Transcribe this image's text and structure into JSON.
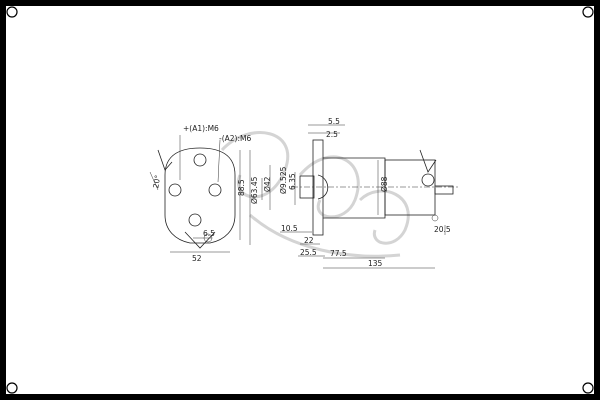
{
  "dimensions": {
    "front": {
      "terminal_a1": "+(A1):M6",
      "terminal_a2": "-(A2):M6",
      "angle": "20°",
      "dia_bolt_circle": "Ø63.45",
      "height": "88.5",
      "offset": "6.5",
      "width": "52"
    },
    "side": {
      "d_5_5": "5.5",
      "d_2_5": "2.5",
      "dia_42": "Ø42",
      "dia_small": "Ø9.525",
      "d_6_35": "6.35",
      "dia_88": "Ø88",
      "d_10_5": "10.5",
      "d_22": "22",
      "d_25_5": "25.5",
      "d_77_5": "77.5",
      "d_135": "135",
      "d_20_5": "20.5"
    }
  },
  "colors": {
    "frame": "#000000",
    "line": "#222222",
    "watermark": "#c9c9c9"
  }
}
